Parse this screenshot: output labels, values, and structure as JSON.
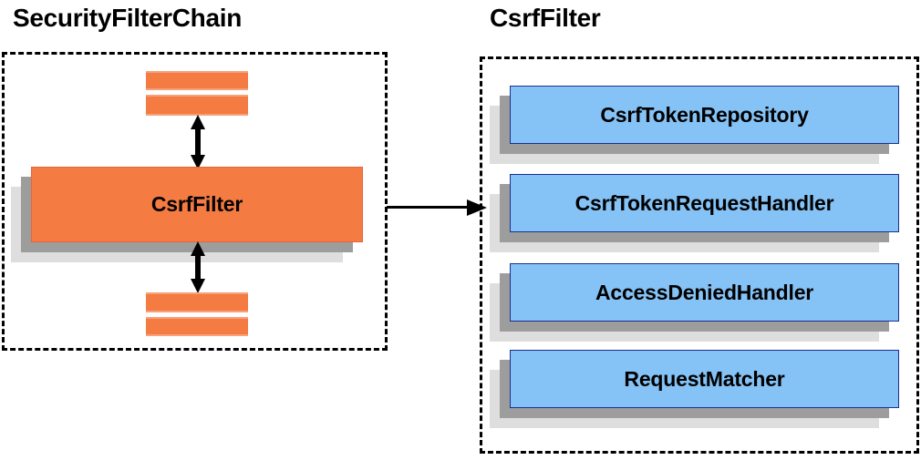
{
  "diagram": {
    "title": "Spring Security CsrfFilter collaboration diagram",
    "background_color": "#ffffff",
    "colors": {
      "orange_fill": "#f47b42",
      "orange_border": "#e8643a",
      "blue_fill": "#85c2f5",
      "blue_border": "#1b2f8f",
      "shadow_mid": "#9d9d9e",
      "shadow_back": "#dededf",
      "outline": "#000000",
      "text": "#000000"
    }
  },
  "left_panel": {
    "title": "SecurityFilterChain",
    "main_box": {
      "label": "CsrfFilter"
    },
    "filter_bars_top": [
      {
        "label": ""
      },
      {
        "label": ""
      }
    ],
    "filter_bars_bottom": [
      {
        "label": ""
      },
      {
        "label": ""
      }
    ],
    "arrows": [
      {
        "name": "arrow-above-csrffilter",
        "direction": "bidirectional-vertical"
      },
      {
        "name": "arrow-below-csrffilter",
        "direction": "bidirectional-vertical"
      }
    ]
  },
  "connector": {
    "name": "csrffilter-detail-arrow",
    "direction": "right"
  },
  "right_panel": {
    "title": "CsrfFilter",
    "collaborators": [
      {
        "label": "CsrfTokenRepository"
      },
      {
        "label": "CsrfTokenRequestHandler"
      },
      {
        "label": "AccessDeniedHandler"
      },
      {
        "label": "RequestMatcher"
      }
    ]
  }
}
